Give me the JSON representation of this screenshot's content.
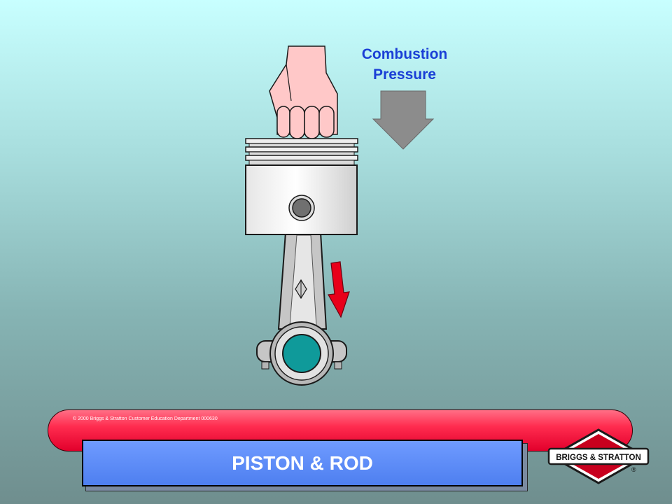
{
  "annotation": {
    "line1": "Combustion",
    "line2": "Pressure"
  },
  "footer": {
    "copyright": "© 2000 Briggs & Stratton Customer Education Department 000630"
  },
  "title": "PISTON & ROD",
  "logo": {
    "text": "BRIGGS & STRATTON",
    "trademark": "®"
  },
  "colors": {
    "pressure_arrow": "#8c8c8c",
    "motion_arrow": "#e8001a",
    "crank_pin": "#0f9a9a",
    "footer_bar": "#ff2c4f",
    "title_box": "#5b8cf6",
    "label_text": "#1a3fd6"
  }
}
